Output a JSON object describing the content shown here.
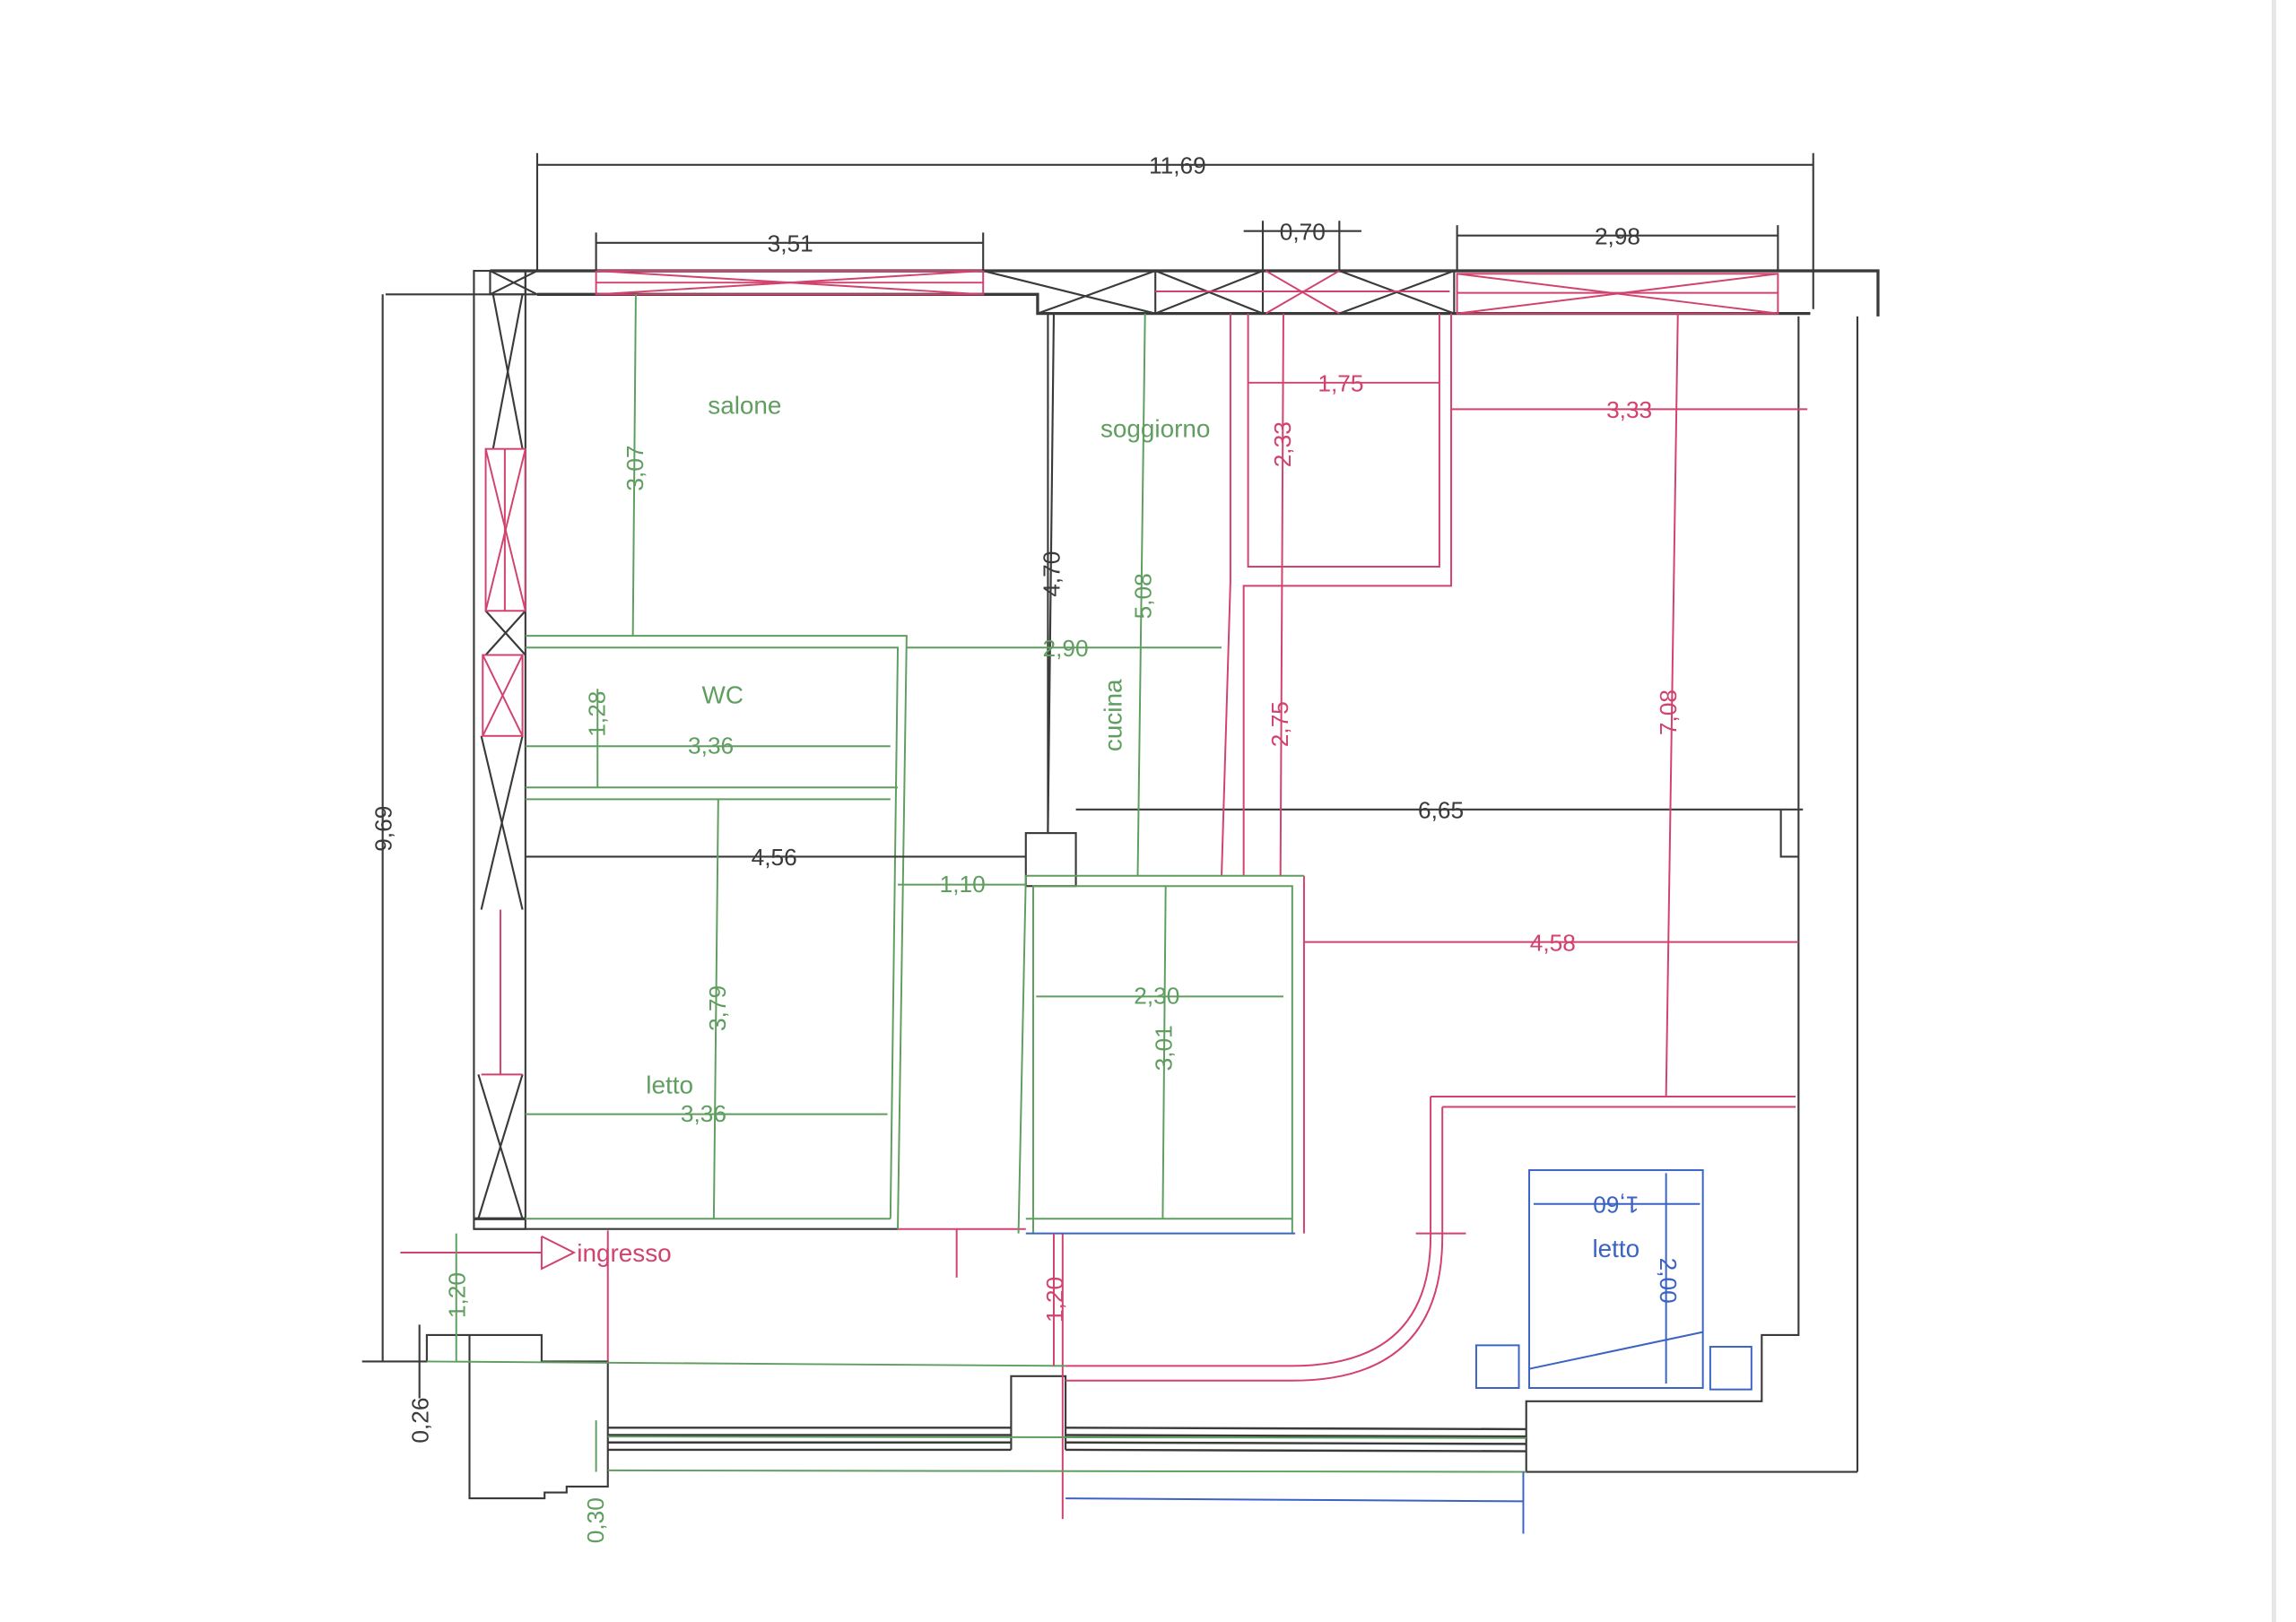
{
  "rooms": {
    "salone": "salone",
    "soggiorno": "soggiorno",
    "wc": "WC",
    "cucina": "cucina",
    "letto_left": "letto",
    "letto_right": "letto",
    "ingresso": "ingresso"
  },
  "dimensions": {
    "total_width": "11,69",
    "window_left": "3,51",
    "window_mid": "0,70",
    "window_right": "2,98",
    "total_height": "9,69",
    "salone_height": "3,07",
    "soggiorno_height": "4,70",
    "cucina_height": "5,08",
    "red_1_75": "1,75",
    "red_3_33": "3,33",
    "red_2_33": "2,33",
    "red_2_75": "2,75",
    "red_7_08": "7,08",
    "width_2_90": "2,90",
    "wc_height": "1,28",
    "wc_width": "3,36",
    "width_4_56": "4,56",
    "width_6_65": "6,65",
    "corridor_1_10": "1,10",
    "red_4_58": "4,58",
    "bath_2_30": "2,30",
    "bath_3_01": "3,01",
    "letto_height": "3,79",
    "letto_width": "3,36",
    "bed_width": "1,60",
    "bed_length": "2,00",
    "entry_1_20": "1,20",
    "red_1_20": "1,20",
    "step_0_26": "0,26",
    "step_0_30": "0,30"
  },
  "colors": {
    "existing": "#3a3a3a",
    "demolition": "#d2426e",
    "new": "#5f9e5f",
    "furniture": "#3b63c4"
  }
}
